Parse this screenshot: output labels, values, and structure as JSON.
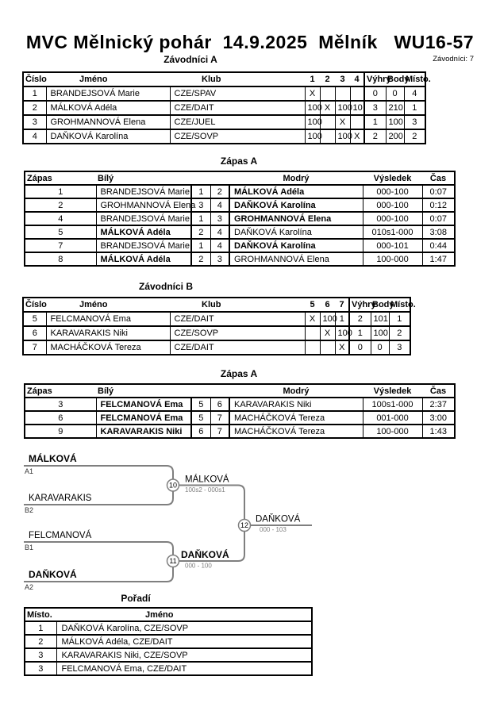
{
  "page": {
    "title": "MVC Mělnický pohár  14.9.2025  Mělník   WU16-57",
    "competitors_label": "Závodníci: 7"
  },
  "group_a": {
    "title": "Závodníci A",
    "headers": {
      "cislo": "Číslo",
      "jmeno": "Jméno",
      "klub": "Klub",
      "c1": "1",
      "c2": "2",
      "c3": "3",
      "c4": "4",
      "vyhry": "Výhry",
      "body": "Body",
      "misto": "Místo."
    },
    "rows": [
      [
        "1",
        "BRANDEJSOVÁ Marie",
        "CZE/SPAV",
        "X",
        "",
        "",
        "",
        "0",
        "0",
        "4"
      ],
      [
        "2",
        "MÁLKOVÁ Adéla",
        "CZE/DAIT",
        "100",
        "X",
        "100",
        "10",
        "3",
        "210",
        "1"
      ],
      [
        "3",
        "GROHMANNOVÁ Elena",
        "CZE/JUEL",
        "100",
        "",
        "X",
        "",
        "1",
        "100",
        "3"
      ],
      [
        "4",
        "DAŇKOVÁ Karolína",
        "CZE/SOVP",
        "100",
        "",
        "100",
        "X",
        "2",
        "200",
        "2"
      ]
    ]
  },
  "matches_a": {
    "title": "Zápas A",
    "headers": {
      "zapas": "Zápas",
      "bily": "Bílý",
      "modry": "Modrý",
      "vysledek": "Výsledek",
      "cas": "Čas"
    },
    "rows": [
      [
        "1",
        "BRANDEJSOVÁ Marie",
        "1",
        "2",
        "MÁLKOVÁ Adéla",
        "000-100",
        "0:07"
      ],
      [
        "2",
        "GROHMANNOVÁ Elena",
        "3",
        "4",
        "DAŇKOVÁ Karolína",
        "000-100",
        "0:12"
      ],
      [
        "4",
        "BRANDEJSOVÁ Marie",
        "1",
        "3",
        "GROHMANNOVÁ Elena",
        "000-100",
        "0:07"
      ],
      [
        "5",
        "MÁLKOVÁ Adéla",
        "2",
        "4",
        "DAŇKOVÁ Karolína",
        "010s1-000",
        "3:08"
      ],
      [
        "7",
        "BRANDEJSOVÁ Marie",
        "1",
        "4",
        "DAŇKOVÁ Karolína",
        "000-101",
        "0:44"
      ],
      [
        "8",
        "MÁLKOVÁ Adéla",
        "2",
        "3",
        "GROHMANNOVÁ Elena",
        "100-000",
        "1:47"
      ]
    ]
  },
  "group_b": {
    "title": "Závodníci B",
    "headers": {
      "cislo": "Číslo",
      "jmeno": "Jméno",
      "klub": "Klub",
      "c1": "5",
      "c2": "6",
      "c3": "7",
      "vyhry": "Výhry",
      "body": "Body",
      "misto": "Místo."
    },
    "rows": [
      [
        "5",
        "FELCMANOVÁ Ema",
        "CZE/DAIT",
        "X",
        "100",
        "1",
        "2",
        "101",
        "1"
      ],
      [
        "6",
        "KARAVARAKIS Niki",
        "CZE/SOVP",
        "",
        "X",
        "100",
        "1",
        "100",
        "2"
      ],
      [
        "7",
        "MACHÁČKOVÁ Tereza",
        "CZE/DAIT",
        "",
        "",
        "X",
        "0",
        "0",
        "3"
      ]
    ]
  },
  "matches_b": {
    "title": "Zápas A",
    "headers": {
      "zapas": "Zápas",
      "bily": "Bílý",
      "modry": "Modrý",
      "vysledek": "Výsledek",
      "cas": "Čas"
    },
    "rows": [
      [
        "3",
        "FELCMANOVÁ Ema",
        "5",
        "6",
        "KARAVARAKIS Niki",
        "100s1-000",
        "2:37"
      ],
      [
        "6",
        "FELCMANOVÁ Ema",
        "5",
        "7",
        "MACHÁČKOVÁ Tereza",
        "001-000",
        "3:00"
      ],
      [
        "9",
        "KARAVARAKIS Niki",
        "6",
        "7",
        "MACHÁČKOVÁ Tereza",
        "100-000",
        "1:43"
      ]
    ]
  },
  "bracket": {
    "slots": [
      {
        "name": "MÁLKOVÁ",
        "seed": "A1"
      },
      {
        "name": "KARAVARAKIS",
        "seed": "B2"
      },
      {
        "name": "FELCMANOVÁ",
        "seed": "B1"
      },
      {
        "name": "DAŇKOVÁ",
        "seed": "A2"
      }
    ],
    "semi1": {
      "number": "10",
      "winner": "MÁLKOVÁ",
      "score": "100s2 - 000s1"
    },
    "semi2": {
      "number": "11",
      "winner": "DAŇKOVÁ",
      "score": "000 - 100"
    },
    "final": {
      "number": "12",
      "winner": "DAŇKOVÁ",
      "score": "000 - 103"
    }
  },
  "ranking": {
    "title": "Pořadí",
    "headers": {
      "misto": "Místo.",
      "jmeno": "Jméno"
    },
    "rows": [
      [
        "1",
        "DAŇKOVÁ Karolína, CZE/SOVP"
      ],
      [
        "2",
        "MÁLKOVÁ Adéla, CZE/DAIT"
      ],
      [
        "3",
        "KARAVARAKIS Niki, CZE/SOVP"
      ],
      [
        "3",
        "FELCMANOVÁ Ema, CZE/DAIT"
      ]
    ]
  }
}
